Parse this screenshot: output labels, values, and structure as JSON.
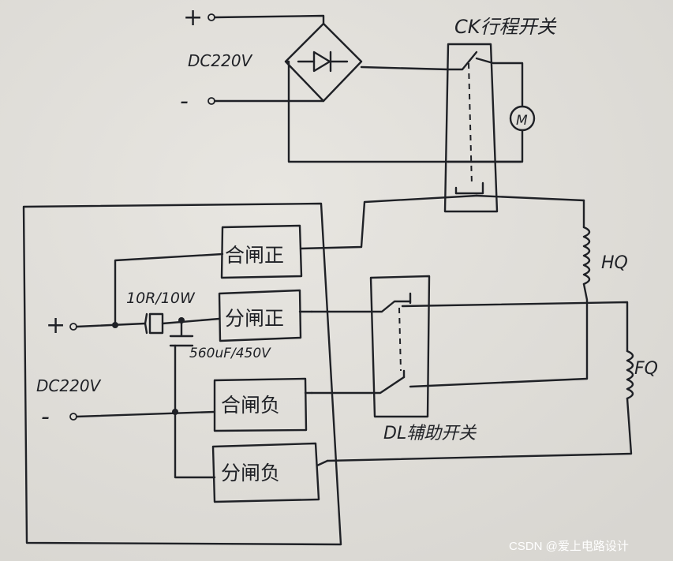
{
  "top_supply": {
    "plus_label": "+",
    "minus_label": "-",
    "voltage_label": "DC220V"
  },
  "limit_switch_label": "CK行程开关",
  "motor_label": "M",
  "coil_hq_label": "HQ",
  "coil_fq_label": "FQ",
  "aux_switch_label": "DL辅助开关",
  "panel": {
    "plus_label": "+",
    "minus_label": "-",
    "voltage_label": "DC220V",
    "resistor_label": "10R/10W",
    "capacitor_label": "560uF/450V",
    "boxes": [
      "合闸正",
      "分闸正",
      "合闸负",
      "分闸负"
    ]
  },
  "watermark": "CSDN @爱上电路设计",
  "colors": {
    "ink": "#1f2126",
    "paper": "#e3e1dc"
  }
}
